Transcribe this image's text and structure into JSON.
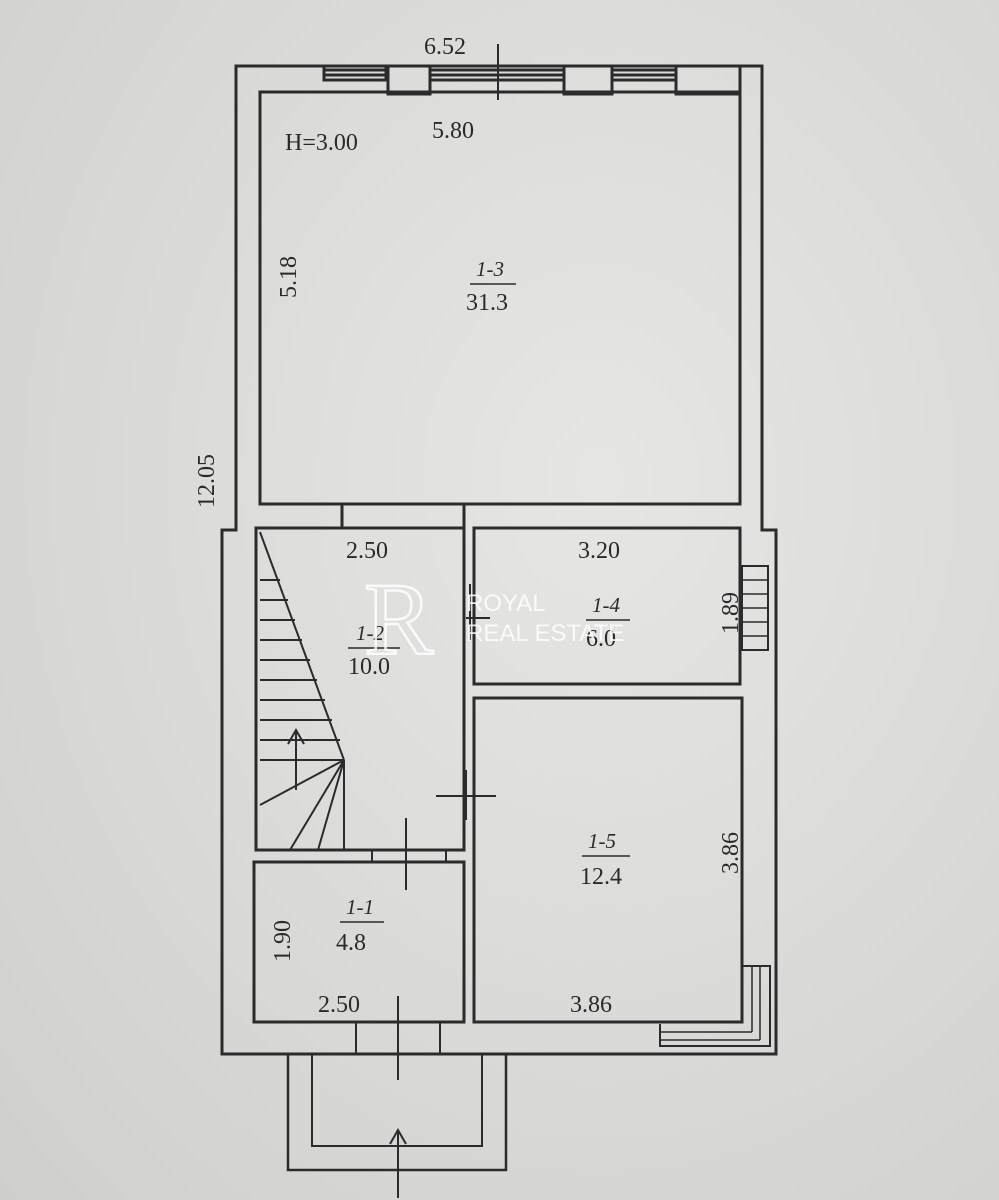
{
  "plan": {
    "height_note": "H=3.00",
    "dimensions": {
      "outer_top": "6.52",
      "outer_left": "12.05",
      "room13_width": "5.80",
      "room13_height": "5.18",
      "room12_width": "2.50",
      "room14_width": "3.20",
      "room14_height": "1.89",
      "room15_height": "3.86",
      "room15_bottom": "3.86",
      "room11_height": "1.90",
      "room11_bottom": "2.50"
    },
    "rooms": [
      {
        "id": "1-3",
        "area": "31.3"
      },
      {
        "id": "1-2",
        "area": "10.0"
      },
      {
        "id": "1-4",
        "area": "6.0"
      },
      {
        "id": "1-5",
        "area": "12.4"
      },
      {
        "id": "1-1",
        "area": "4.8"
      }
    ]
  },
  "watermark": {
    "line1": "ROYAL",
    "line2": "REAL ESTATE"
  },
  "colors": {
    "line": "#2b2b2b",
    "paper": "#dedede"
  }
}
